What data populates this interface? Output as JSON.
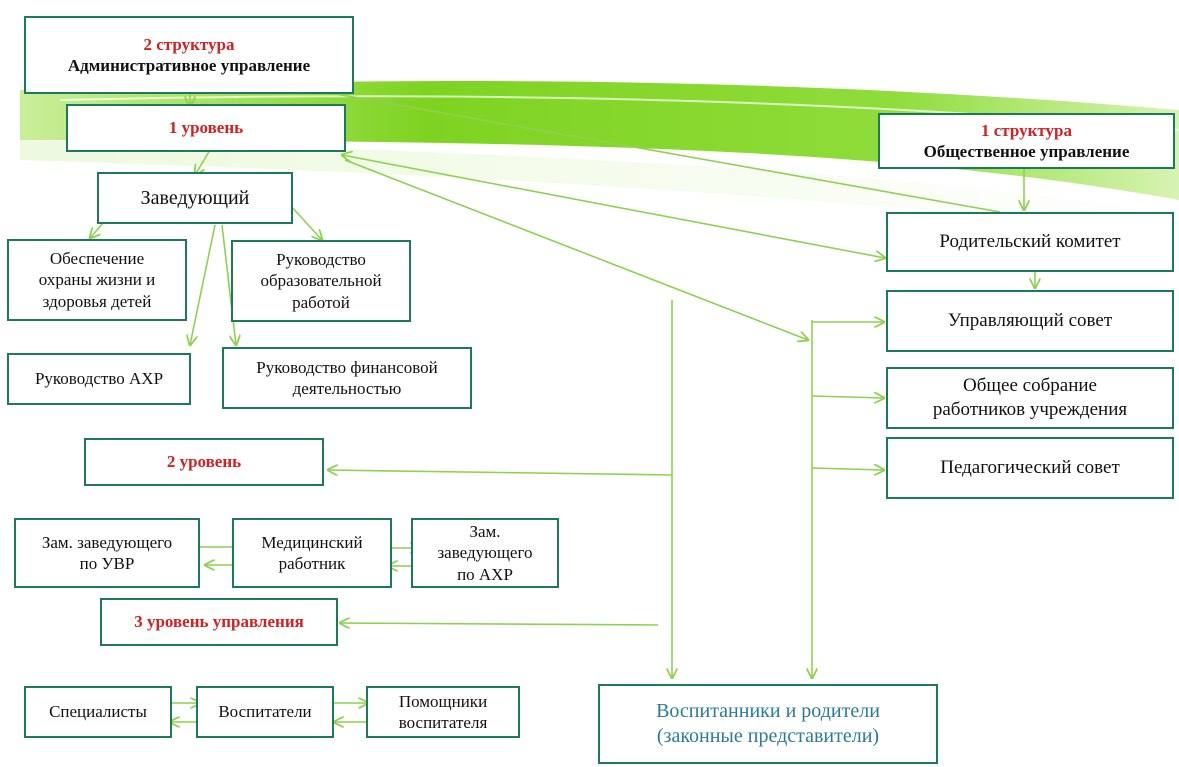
{
  "structure2": {
    "title": "2 структура",
    "subtitle": "Административное управление"
  },
  "structure1": {
    "title": "1 структура",
    "subtitle": "Общественное управление"
  },
  "level1": "1 уровень",
  "level2": "2 уровень",
  "level3": "3 уровень управления",
  "head": "Заведующий",
  "safety": [
    "Обеспечение",
    "охраны жизни и",
    "здоровья детей"
  ],
  "education": [
    "Руководство",
    "образовательной",
    "работой"
  ],
  "ahr": "Руководство АХР",
  "finance": [
    "Руководство финансовой",
    "деятельностью"
  ],
  "deputy_uvr": [
    "Зам. заведующего",
    "по УВР"
  ],
  "medic": [
    "Медицинский",
    "работник"
  ],
  "deputy_ahr": [
    "Зам.",
    "заведующего",
    "по АХР"
  ],
  "specialists": "Специалисты",
  "educators": "Воспитатели",
  "assistants": [
    "Помощники",
    "воспитателя"
  ],
  "parent_committee": "Родительский комитет",
  "governing_council": "Управляющий совет",
  "general_meeting": [
    "Общее собрание",
    "работников учреждения"
  ],
  "ped_council": "Педагогический совет",
  "pupils": [
    "Воспитанники и родители",
    "(законные представители)"
  ],
  "colors": {
    "border": "#1b7a5c",
    "arrow": "#8fd14f",
    "accent_red": "#d42020",
    "teal_text": "#2b7a9a",
    "swoosh": "#7ed321"
  }
}
